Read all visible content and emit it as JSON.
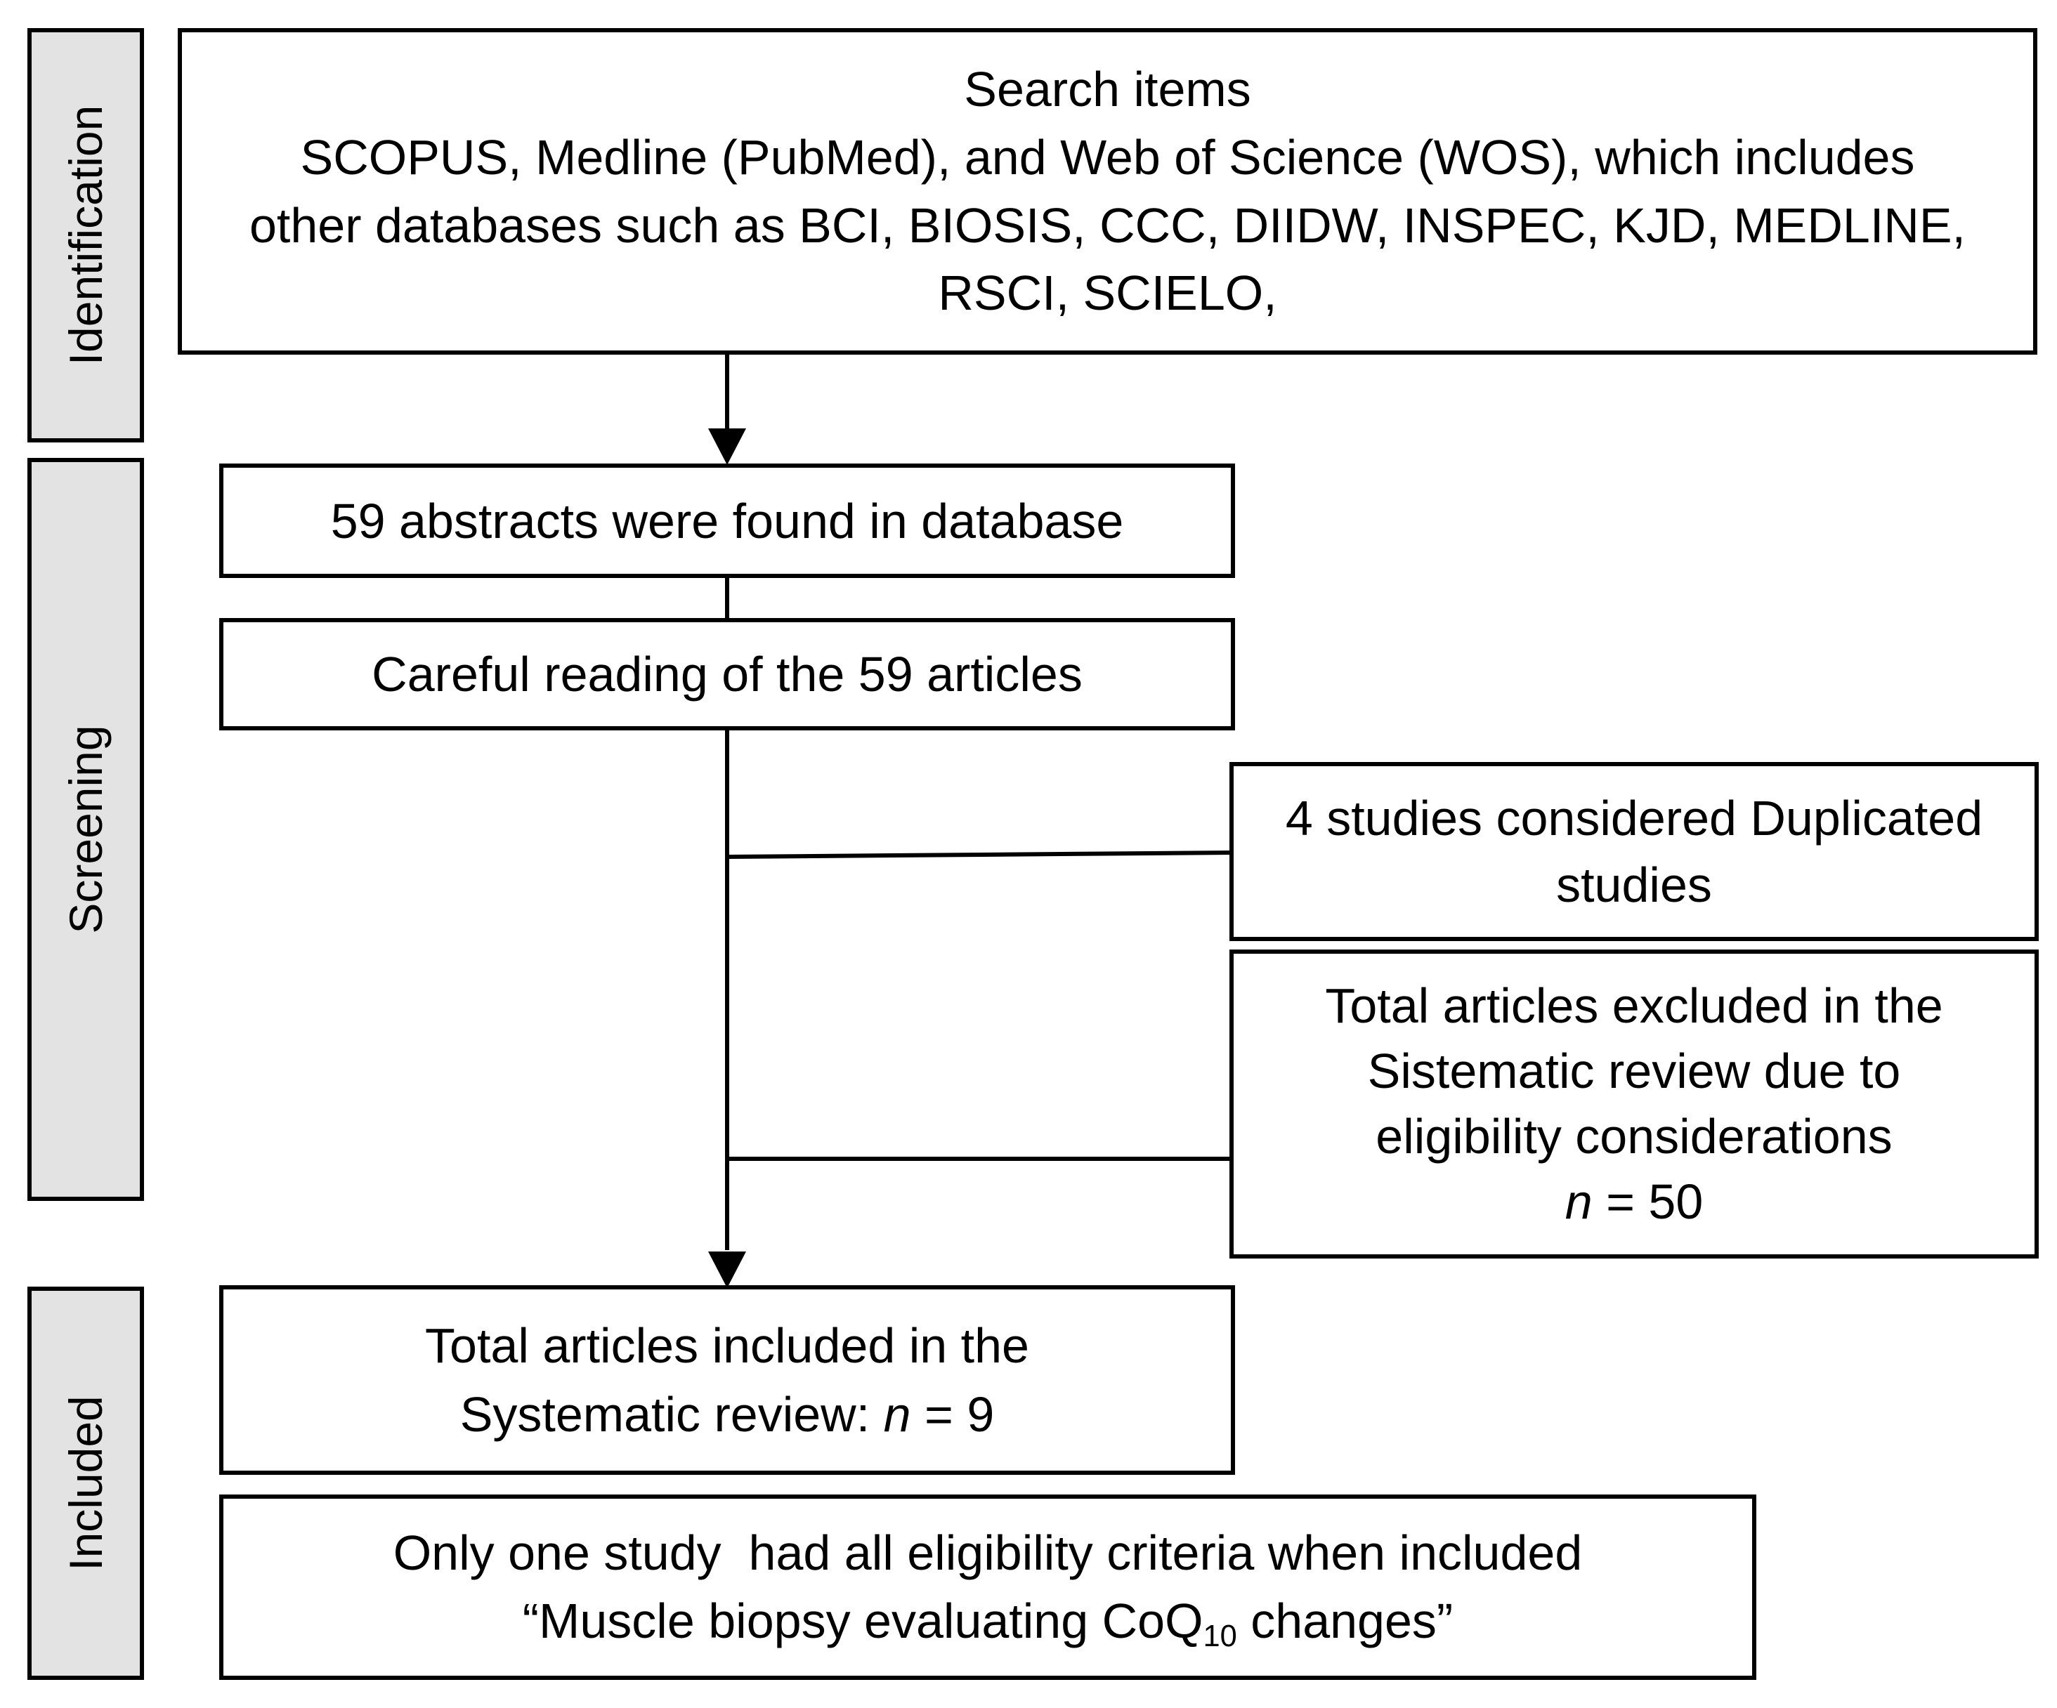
{
  "stages": {
    "identification": "Identification",
    "screening": "Screening",
    "included": "Included"
  },
  "search": {
    "title": "Search items",
    "line1": "SCOPUS, Medline (PubMed), and Web of Science (WOS), which includes",
    "line2": "other databases such as BCI, BIOSIS, CCC, DIIDW, INSPEC, KJD, MEDLINE,",
    "line3": "RSCI, SCIELO,"
  },
  "abstracts": {
    "text": "59 abstracts were found in database"
  },
  "reading": {
    "text": "Careful reading of the 59 articles"
  },
  "duplicates": {
    "line1": "4 studies considered Duplicated",
    "line2": "studies"
  },
  "excluded": {
    "line1": "Total articles excluded in the",
    "line2": "Sistematic review due to",
    "line3": "eligibility considerations",
    "n_symbol": "n",
    "n_value": " = 50"
  },
  "included_total": {
    "line1": "Total articles included in the",
    "line2_prefix": "Systematic review: ",
    "n_symbol": "n",
    "n_value": " = 9"
  },
  "only_one": {
    "line1": "Only one study  had all eligibility criteria when included",
    "line2_prefix": "“Muscle biopsy evaluating CoQ",
    "line2_sub": "10",
    "line2_suffix": " changes”"
  }
}
